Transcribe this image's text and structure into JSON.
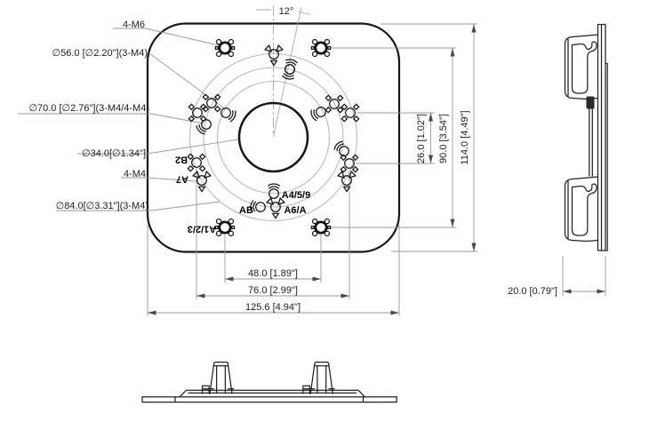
{
  "front": {
    "callouts": {
      "m6": "4-M6",
      "d56": "∅56.0 [∅2.20\"](3-M4)",
      "d70": "∅70.0 [∅2.76\"](3-M4/4-M4)",
      "d34": "∅34.0[∅1.34\"]",
      "m4": "4-M4",
      "d84": "∅84.0[∅3.31\"](3-M4)",
      "angle": "12°"
    },
    "labels": {
      "b2": "B2",
      "a7": "A7",
      "a123": "A1/2/3",
      "ab": "AB",
      "a459": "A4/5/9",
      "a6a": "A6/A"
    },
    "dims": {
      "w48": "48.0 [1.89\"]",
      "w76": "76.0 [2.99\"]",
      "w125": "125.6 [4.94\"]",
      "h26": "26.0 [1.02\"]",
      "h90": "90.0 [3.54\"]",
      "h114": "114.0 [4.49\"]"
    }
  },
  "side": {
    "dims": {
      "d20": "20.0 [0.79\"]"
    }
  },
  "colors": {
    "object_line": "#161616",
    "dimension_line": "#9a9a9a",
    "bolt_circle": "#b9b9b9",
    "text": "#1c1c1c",
    "background": "#ffffff"
  }
}
